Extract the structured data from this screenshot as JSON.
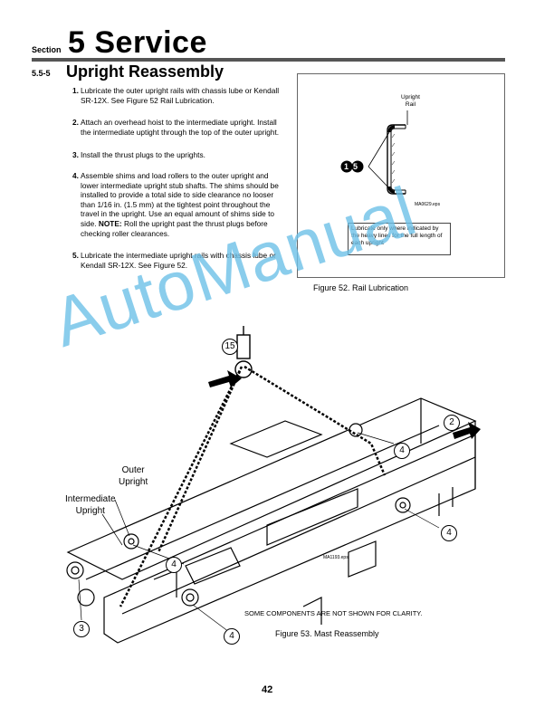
{
  "header": {
    "section_label": "Section",
    "section_title": "5 Service",
    "subsection_number": "5.5-5",
    "subsection_title": "Upright Reassembly"
  },
  "steps": [
    {
      "num": "1.",
      "text": "Lubricate the outer upright rails with chassis lube or Kendall SR-12X. See Figure 52 Rail Lubrication."
    },
    {
      "num": "2.",
      "text": "Attach an overhead hoist to the intermediate upright. Install the intermediate uptight through the top of the outer upright."
    },
    {
      "num": "3.",
      "text": "Install the thrust plugs to the uprights."
    },
    {
      "num": "4.",
      "text_before": "Assemble shims and load rollers to the outer upright and lower intermediate upright stub shafts. The shims should be installed to provide a total side to side clearance no looser than 1/16 in. (1.5 mm) at the tightest point throughout the travel in the upright. Use an equal amount of shims side to side.",
      "note_label": "NOTE:",
      "text_after": "Roll the upright past the thrust plugs before checking roller clearances."
    },
    {
      "num": "5.",
      "text": "Lubricate the intermediate upright rails with chassis lube or Kendall SR-12X.  See Figure 52."
    }
  ],
  "figure52": {
    "rail_label_line1": "Upright",
    "rail_label_line2": "Rail",
    "callout": "15",
    "file_id": "MA0629.eps",
    "note": "Lubricate only where indicated by the heavy lines for the full length of each upright",
    "caption": "Figure 52. Rail Lubrication"
  },
  "watermark": "AutoManual",
  "figure53": {
    "callout_hoist": "15",
    "callout_direction": "2",
    "callout_roller": "4",
    "callout_plug": "3",
    "label_outer": "Outer Upright",
    "label_outer_1": "Outer",
    "label_outer_2": "Upright",
    "label_inter_1": "Intermediate",
    "label_inter_2": "Upright",
    "file_id": "MA1193.eps",
    "clarity_note": "SOME COMPONENTS ARE NOT SHOWN FOR CLARITY.",
    "caption": "Figure 53. Mast Reassembly"
  },
  "page_number": "42"
}
